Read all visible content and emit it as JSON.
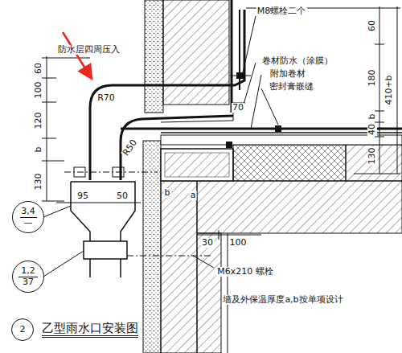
{
  "diagram": {
    "title": "乙型雨水口安装图",
    "nodes": [
      {
        "text": [
          "3,4",
          "—"
        ]
      },
      {
        "text": [
          "1,2",
          "37"
        ]
      },
      {
        "text": [
          "2"
        ]
      }
    ],
    "labels": [
      "防水层四周压入",
      "R70",
      "R50",
      "M8螺栓二个",
      "卷材防水（涂膜）",
      "附加卷材",
      "密封膏嵌缝",
      "60",
      "100",
      "120",
      "b",
      "130",
      "60",
      "180",
      "b",
      "40",
      "130",
      "410+b",
      "70",
      "95",
      "50",
      "b",
      "a",
      "30",
      "100",
      "M6x210 螺栓",
      "墙及外保温厚度a,b按单项设计"
    ]
  }
}
